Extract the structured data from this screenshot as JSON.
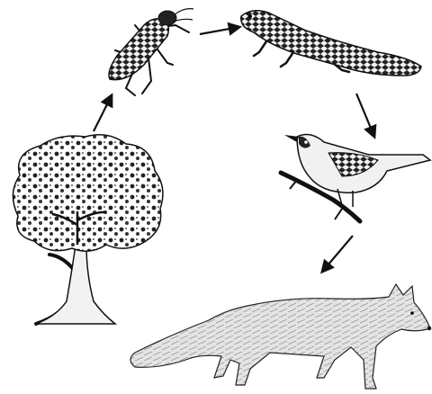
{
  "diagram": {
    "type": "food-chain",
    "nodes": [
      {
        "id": "tree",
        "icon": "tree-icon"
      },
      {
        "id": "beetle",
        "icon": "beetle-icon"
      },
      {
        "id": "lizard",
        "icon": "lizard-icon"
      },
      {
        "id": "bird",
        "icon": "bird-icon"
      },
      {
        "id": "fox",
        "icon": "fox-icon"
      }
    ],
    "edges": [
      {
        "from": "tree",
        "to": "beetle"
      },
      {
        "from": "beetle",
        "to": "lizard"
      },
      {
        "from": "lizard",
        "to": "bird"
      },
      {
        "from": "bird",
        "to": "fox"
      }
    ],
    "colors": {
      "ink": "#111111",
      "fur": "#dcdcdc",
      "background": "#ffffff"
    }
  }
}
